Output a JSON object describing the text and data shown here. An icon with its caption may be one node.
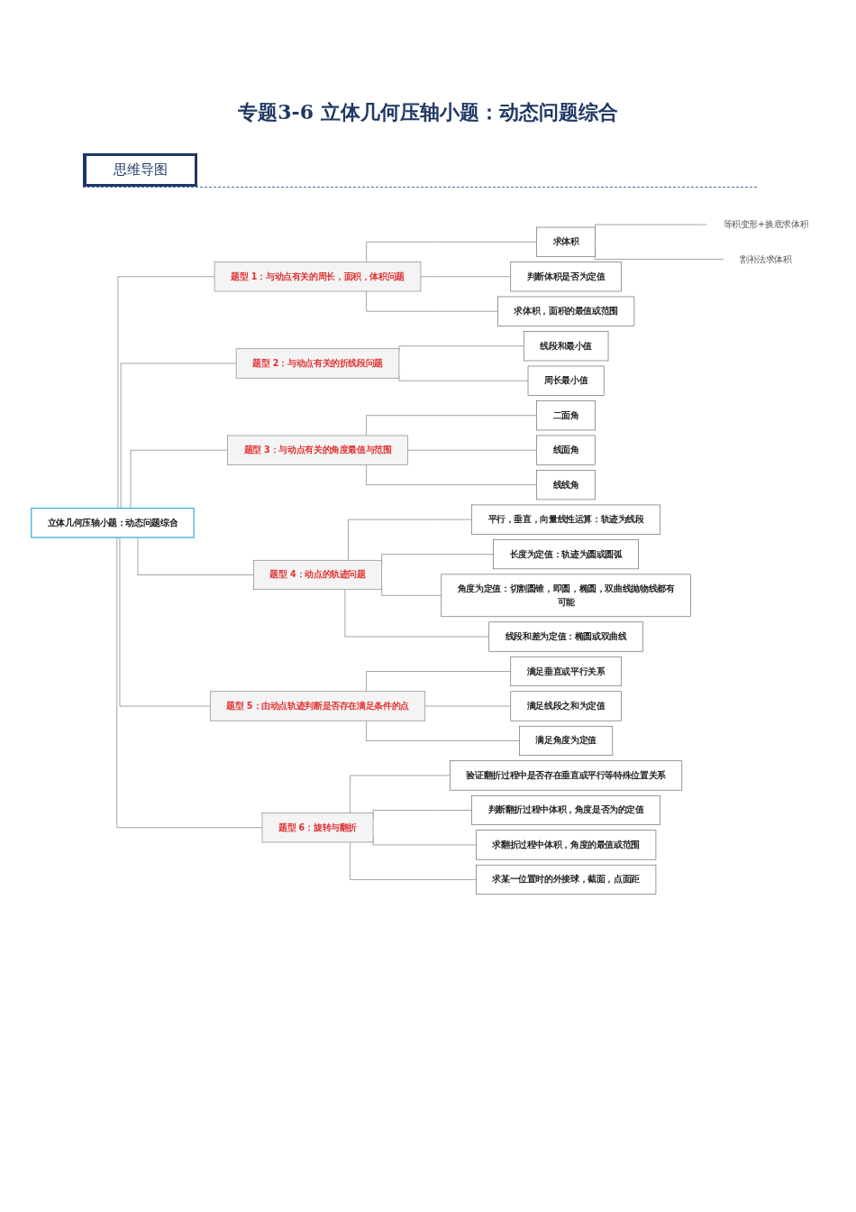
{
  "diagram": {
    "title": "专题3-6   立体几何压轴小题：动态问题综合",
    "nodes": [
      {
        "text": [
          "立体几何压轴小题：动态问题综合"
        ]
      },
      {
        "text": [
          "题型 1：与动点有关的周长，面积，体积问题"
        ]
      },
      {
        "text": [
          "求体积"
        ]
      },
      {
        "text": [
          "等积变形+换底求体积"
        ]
      },
      {
        "text": [
          "割补法求体积"
        ]
      },
      {
        "text": [
          "判断体积是否为定值"
        ]
      },
      {
        "text": [
          "求体积，面积的最值或范围"
        ]
      },
      {
        "text": [
          "题型 2：与动点有关的折线段问题"
        ]
      },
      {
        "text": [
          "线段和最小值"
        ]
      },
      {
        "text": [
          "周长最小值"
        ]
      },
      {
        "text": [
          "题型 3：与动点有关的角度最值与范围"
        ]
      },
      {
        "text": [
          "二面角"
        ]
      },
      {
        "text": [
          "线面角"
        ]
      },
      {
        "text": [
          "线线角"
        ]
      },
      {
        "text": [
          "题型 4：动点的轨迹问题"
        ]
      },
      {
        "text": [
          "平行，垂直，向量线性运算：轨迹为线段"
        ]
      },
      {
        "text": [
          "长度为定值：轨迹为圆或圆弧"
        ]
      },
      {
        "text": [
          "角度为定值：切割圆锥，即圆，椭圆，双曲线抛物线都有可能"
        ]
      },
      {
        "text": [
          "线段和差为定值：椭圆或双曲线"
        ]
      },
      {
        "text": [
          "题型 5：由动点轨迹判断是否存在满足条件的点"
        ]
      },
      {
        "text": [
          "满足垂直或平行关系"
        ]
      },
      {
        "text": [
          "满足线段之和为定值"
        ]
      },
      {
        "text": [
          "满足角度为定值"
        ]
      },
      {
        "text": [
          "题型 6：旋转与翻折"
        ]
      },
      {
        "text": [
          "验证翻折过程中是否存在垂直或平行等特殊位置关系"
        ]
      },
      {
        "text": [
          "判断翻折过程中体积，角度是否为的定值"
        ]
      },
      {
        "text": [
          "求翻折过程中体积，角度的最值或范围"
        ]
      },
      {
        "text": [
          "求某一位置时的外接球，截面，点面距"
        ]
      }
    ],
    "edges": [
      {
        "from": 0,
        "to": 1,
        "arrow": "none"
      },
      {
        "from": 1,
        "to": 2,
        "arrow": "none"
      },
      {
        "from": 2,
        "to": 3,
        "arrow": "none"
      },
      {
        "from": 2,
        "to": 4,
        "arrow": "none"
      },
      {
        "from": 1,
        "to": 5,
        "arrow": "none"
      },
      {
        "from": 1,
        "to": 6,
        "arrow": "none"
      },
      {
        "from": 0,
        "to": 7,
        "arrow": "none"
      },
      {
        "from": 7,
        "to": 8,
        "arrow": "none"
      },
      {
        "from": 7,
        "to": 9,
        "arrow": "none"
      },
      {
        "from": 0,
        "to": 10,
        "arrow": "none"
      },
      {
        "from": 10,
        "to": 11,
        "arrow": "none"
      },
      {
        "from": 10,
        "to": 12,
        "arrow": "none"
      },
      {
        "from": 10,
        "to": 13,
        "arrow": "none"
      },
      {
        "from": 0,
        "to": 14,
        "arrow": "none"
      },
      {
        "from": 14,
        "to": 15,
        "arrow": "none"
      },
      {
        "from": 14,
        "to": 16,
        "arrow": "none"
      },
      {
        "from": 14,
        "to": 17,
        "arrow": "none"
      },
      {
        "from": 14,
        "to": 18,
        "arrow": "none"
      },
      {
        "from": 0,
        "to": 19,
        "arrow": "none"
      },
      {
        "from": 19,
        "to": 20,
        "arrow": "none"
      },
      {
        "from": 19,
        "to": 21,
        "arrow": "none"
      },
      {
        "from": 19,
        "to": 22,
        "arrow": "none"
      },
      {
        "from": 0,
        "to": 23,
        "arrow": "none"
      },
      {
        "from": 23,
        "to": 24,
        "arrow": "none"
      },
      {
        "from": 23,
        "to": 25,
        "arrow": "none"
      },
      {
        "from": 23,
        "to": 26,
        "arrow": "none"
      },
      {
        "from": 23,
        "to": 27,
        "arrow": "none"
      }
    ],
    "labels": [
      "思维导图"
    ]
  }
}
